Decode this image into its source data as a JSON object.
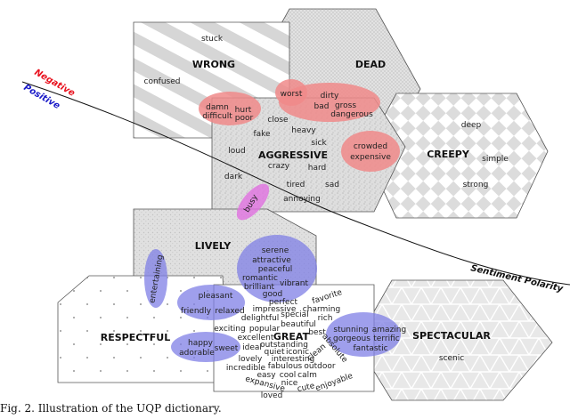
{
  "diagram": {
    "labels": {
      "negative": "Negative",
      "positive": "Positive",
      "sentiment_polarity": "Sentiment Polarity"
    },
    "categories": {
      "wrong": "WRONG",
      "dead": "DEAD",
      "aggressive": "AGGRESSIVE",
      "creepy": "CREEPY",
      "lively": "LIVELY",
      "great": "GREAT",
      "respectful": "RESPECTFUL",
      "spectacular": "SPECTACULAR"
    },
    "words": {
      "stuck": "stuck",
      "confused": "confused",
      "worst": "worst",
      "dirty": "dirty",
      "gross": "gross",
      "bad": "bad",
      "dangerous": "dangerous",
      "damn": "damn",
      "difficult": "difficult",
      "hurt": "hurt",
      "poor": "poor",
      "close": "close",
      "fake": "fake",
      "heavy": "heavy",
      "loud": "loud",
      "sick": "sick",
      "crowded": "crowded",
      "expensive": "expensive",
      "deep": "deep",
      "simple": "simple",
      "strong": "strong",
      "crazy": "crazy",
      "hard": "hard",
      "dark": "dark",
      "tired": "tired",
      "sad": "sad",
      "annoying": "annoying",
      "busy": "busy",
      "entertaining": "entertaining",
      "serene": "serene",
      "attractive": "attractive",
      "peaceful": "peaceful",
      "romantic": "romantic",
      "brilliant": "brilliant",
      "vibrant": "vibrant",
      "good": "good",
      "pleasant": "pleasant",
      "friendly": "friendly",
      "relaxed": "relaxed",
      "favorite": "favorite",
      "perfect": "perfect",
      "charming": "charming",
      "impressive": "impressive",
      "delightful": "delightful",
      "special": "special",
      "rich": "rich",
      "popular": "popular",
      "beautiful": "beautiful",
      "exciting": "exciting",
      "excellent": "excellent",
      "best": "best",
      "happy": "happy",
      "adorable": "adorable",
      "sweet": "sweet",
      "ideal": "ideal",
      "outstanding": "outstanding",
      "quiet": "quiet",
      "iconic": "iconic",
      "clean": "clean",
      "absolute": "absolute",
      "lovely": "lovely",
      "interesting": "interesting",
      "incredible": "incredible",
      "fabulous": "fabulous",
      "outdoor": "outdoor",
      "easy": "easy",
      "cool": "cool",
      "calm": "calm",
      "nice": "nice",
      "cute": "cute",
      "enjoyable": "enjoyable",
      "expansive": "expansive",
      "loved": "loved",
      "stunning": "stunning",
      "amazing": "amazing",
      "gorgeous": "gorgeous",
      "terrific": "terrific",
      "fantastic": "fantastic",
      "scenic": "scenic"
    },
    "caption": "Fig. 2. Illustration of the UQP dictionary."
  },
  "colors": {
    "negative": "#e8131f",
    "positive": "#1a1ac8",
    "negative_blob": "#f08a8a",
    "positive_blob": "#7f7fe6",
    "busy_blob": "#e070e0",
    "hex_stroke": "#555555"
  }
}
